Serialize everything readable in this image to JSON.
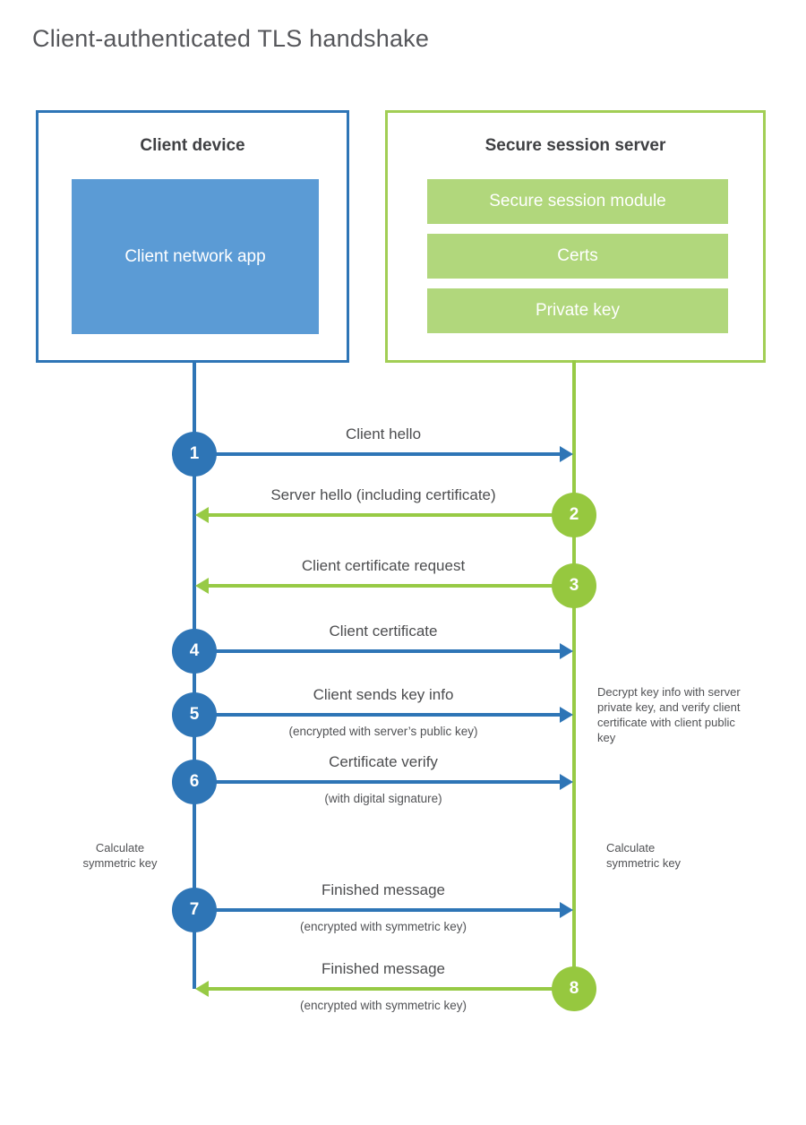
{
  "title": "Client-authenticated TLS handshake",
  "client": {
    "title": "Client device",
    "app_label": "Client network app"
  },
  "server": {
    "title": "Secure session server",
    "modules": [
      "Secure session module",
      "Certs",
      "Private key"
    ]
  },
  "steps": [
    {
      "num": "1",
      "actor": "client",
      "direction": "right",
      "label": "Client hello",
      "sub": ""
    },
    {
      "num": "2",
      "actor": "server",
      "direction": "left",
      "label": "Server hello (including certificate)",
      "sub": ""
    },
    {
      "num": "3",
      "actor": "server",
      "direction": "left",
      "label": "Client certificate request",
      "sub": ""
    },
    {
      "num": "4",
      "actor": "client",
      "direction": "right",
      "label": "Client certificate",
      "sub": ""
    },
    {
      "num": "5",
      "actor": "client",
      "direction": "right",
      "label": "Client sends key info",
      "sub": "(encrypted with server’s public key)"
    },
    {
      "num": "6",
      "actor": "client",
      "direction": "right",
      "label": "Certificate verify",
      "sub": "(with digital signature)"
    },
    {
      "num": "7",
      "actor": "client",
      "direction": "right",
      "label": "Finished message",
      "sub": "(encrypted with symmetric key)"
    },
    {
      "num": "8",
      "actor": "server",
      "direction": "left",
      "label": "Finished message",
      "sub": "(encrypted with symmetric key)"
    }
  ],
  "notes": {
    "decrypt": "Decrypt key info with server private key, and verify client certificate with client public key",
    "calc_left": "Calculate symmetric key",
    "calc_right": "Calculate symmetric key"
  },
  "colors": {
    "blue_primary": "#2e75b6",
    "blue_light": "#5b9bd5",
    "green_primary": "#97ca45",
    "green_circle": "#96c83f",
    "green_border": "#a2ce55",
    "green_light": "#b1d77c",
    "text_dark": "#3f4043",
    "text_gray": "#515255"
  }
}
